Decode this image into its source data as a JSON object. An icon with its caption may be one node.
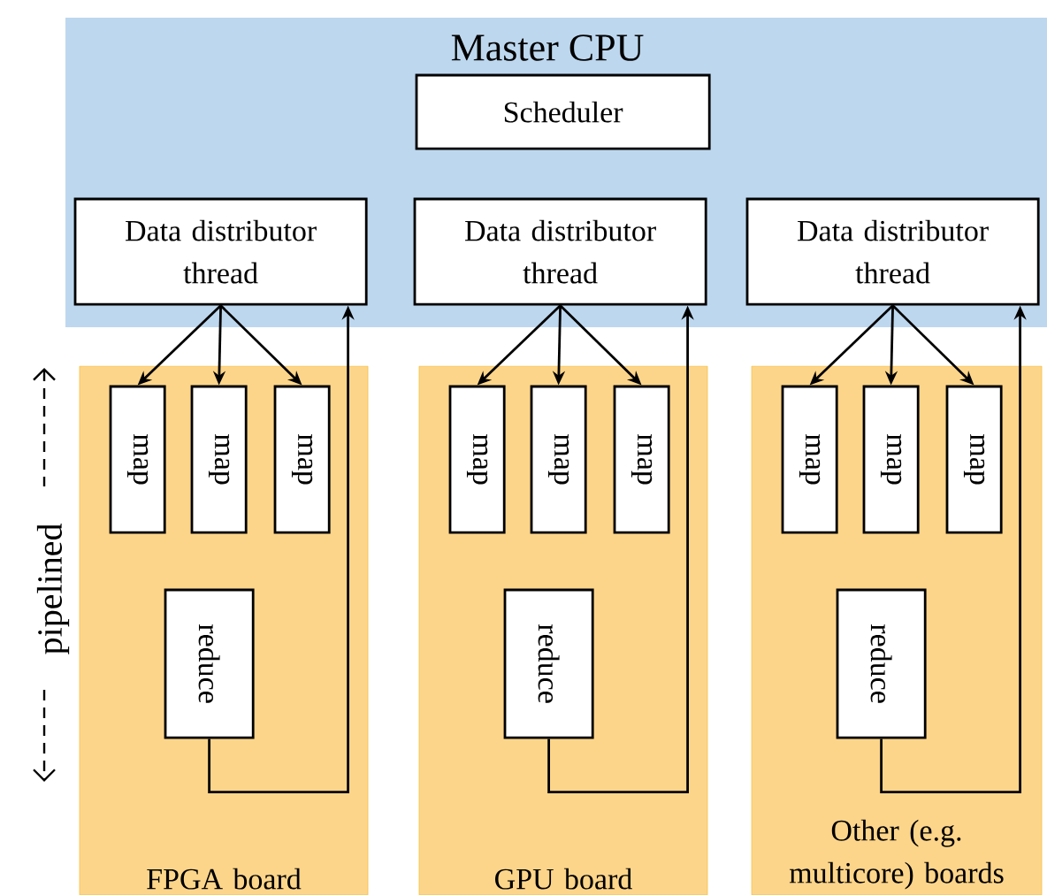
{
  "diagram": {
    "nodes": [
      {
        "text": [
          "Master CPU"
        ]
      },
      {
        "text": [
          "Scheduler"
        ],
        "in": 0
      },
      {
        "text": [
          "Data distributor thread"
        ],
        "in": 0
      },
      {
        "text": [
          "Data distributor thread"
        ],
        "in": 0
      },
      {
        "text": [
          "Data distributor thread"
        ],
        "in": 0
      },
      {
        "text": [
          "FPGA board"
        ]
      },
      {
        "text": [
          "map"
        ],
        "in": 5
      },
      {
        "text": [
          "map"
        ],
        "in": 5
      },
      {
        "text": [
          "map"
        ],
        "in": 5
      },
      {
        "text": [
          "reduce"
        ],
        "in": 5
      },
      {
        "text": [
          "GPU board"
        ]
      },
      {
        "text": [
          "map"
        ],
        "in": 10
      },
      {
        "text": [
          "map"
        ],
        "in": 10
      },
      {
        "text": [
          "map"
        ],
        "in": 10
      },
      {
        "text": [
          "reduce"
        ],
        "in": 10
      },
      {
        "text": [
          "Other (e.g. multicore) boards"
        ]
      },
      {
        "text": [
          "map"
        ],
        "in": 15
      },
      {
        "text": [
          "map"
        ],
        "in": 15
      },
      {
        "text": [
          "map"
        ],
        "in": 15
      },
      {
        "text": [
          "reduce"
        ],
        "in": 15
      }
    ],
    "edges": [
      {
        "from": 2,
        "to": 6,
        "arrow": "to"
      },
      {
        "from": 2,
        "to": 7,
        "arrow": "to"
      },
      {
        "from": 2,
        "to": 8,
        "arrow": "to"
      },
      {
        "from": 9,
        "to": 2,
        "arrow": "to"
      },
      {
        "from": 3,
        "to": 11,
        "arrow": "to"
      },
      {
        "from": 3,
        "to": 12,
        "arrow": "to"
      },
      {
        "from": 3,
        "to": 13,
        "arrow": "to"
      },
      {
        "from": 14,
        "to": 3,
        "arrow": "to"
      },
      {
        "from": 4,
        "to": 16,
        "arrow": "to"
      },
      {
        "from": 4,
        "to": 17,
        "arrow": "to"
      },
      {
        "from": 4,
        "to": 18,
        "arrow": "to"
      },
      {
        "from": 19,
        "to": 4,
        "arrow": "to"
      }
    ],
    "labels": [
      "pipelined"
    ]
  }
}
